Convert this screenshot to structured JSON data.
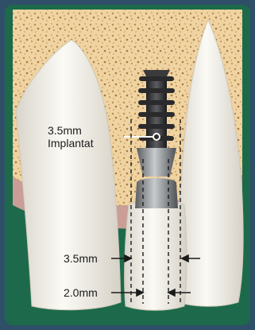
{
  "implant_label_line1": "3.5mm",
  "implant_label_line2": "Implantat",
  "width_label": "3.5mm",
  "abutment_label": "2.0mm",
  "colors": {
    "frame": "#2f4f68",
    "bone": "#efd3a1",
    "bone_speckle": "#b88a52",
    "gum": "#e9a6a3",
    "tooth": "#f5f3eb",
    "tooth_shadow": "#d8d2c4",
    "base": "#1c6a4b",
    "implant_dark": "#2c2c2e",
    "implant_mid": "#777a7d",
    "implant_light": "#b7babd"
  }
}
